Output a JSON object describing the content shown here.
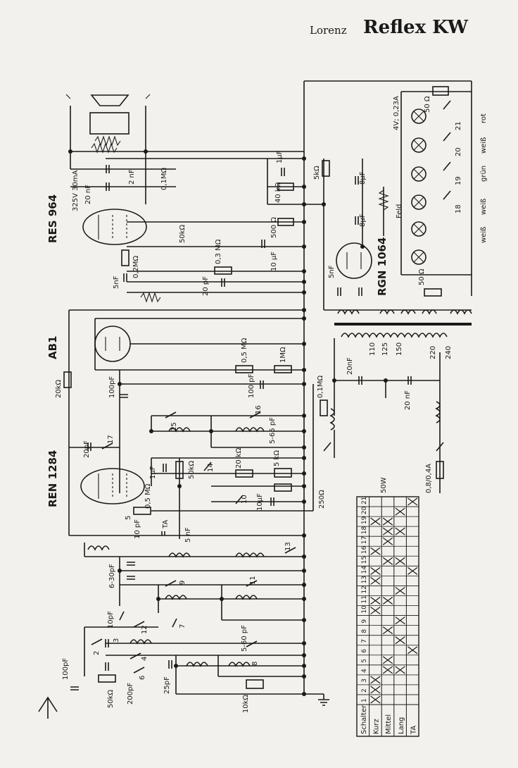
{
  "header": {
    "brand": "Lorenz",
    "model": "Reflex KW"
  },
  "tubes": {
    "power": "RES 964",
    "rectifier": "RGN 1064",
    "demod": "AB1",
    "hf": "REN 1284"
  },
  "labels": {
    "spk_supply": "325V 30mA",
    "c_2nF": "2\nnF",
    "c_20nF_top": "20\nnF",
    "r_01M_top": "0,1MΩ",
    "r_50k_top": "50kΩ",
    "c_1uF_top": "1μF",
    "r_5k": "5kΩ",
    "c_8uF_a": "8μF",
    "c_8uF_b": "8μF",
    "r_40k": "40\nkΩ",
    "r_500": "500\nΩ",
    "feld": "Feld",
    "r_02M": "0,2MΩ",
    "r_03M": "0,3\nMΩ",
    "c_10uF": "10\nμF",
    "c_5nF_a": "5nF",
    "c_20pF_a": "20\npF",
    "c_5nF_b": "5nF",
    "lamp_spec": "4V; 0,23A",
    "r_50_lamp": "50\nΩ",
    "r_50_b": "50\nΩ",
    "sw21": "21",
    "sw20": "20",
    "sw19": "19",
    "sw18": "18",
    "c_rot": "rot",
    "c_weiss": "weiß",
    "c_gruen": "grün",
    "c_weiss2": "weiß",
    "c_weiss3": "weiß",
    "r_20k": "20kΩ",
    "r_05M": "0,5\nMΩ",
    "r_1M": "1MΩ",
    "c_100pF": "100pF",
    "c_100pF_b": "100\npF",
    "r_01M_mid": "0,1MΩ",
    "c_20nF_mid": "20nF",
    "tap_110": "110",
    "tap_125": "125",
    "tap_150": "150",
    "tap_220": "220",
    "tap_240": "240",
    "c_20nF_b": "20\nnF",
    "sw15": "15",
    "sw16": "16",
    "sw17": "17",
    "sw14": "14",
    "sw10": "10",
    "c_565pF": "5-65\npF",
    "c_20pF_b": "20pF",
    "c_1uF_mid": "1μF",
    "r_50k_mid": "50kΩ",
    "r_20k_mid": "20\nkΩ",
    "r_5k_mid": "5\nkΩ",
    "r_250": "250Ω",
    "r_05M_b": "0,5\nMΩ",
    "c_10uF_b": "10μF",
    "sw5": "5",
    "c_10pF": "10\npF",
    "ta": "TA",
    "c_5nF_c": "5\nnF",
    "sw13": "13",
    "power_w": "50W",
    "fuse": "0,8/0,4A",
    "c_630pF": "6-30pF",
    "sw9": "9",
    "sw11": "11",
    "sw7": "7",
    "sw12": "12",
    "sw2": "2",
    "sw3": "3",
    "sw4": "4",
    "sw6": "6",
    "sw8": "8",
    "c_10pF_b": "10pF",
    "c_560pF": "5-60\npF",
    "c_100pF_ant": "100pF",
    "r_50k_ant": "50kΩ",
    "c_200pF": "200pF",
    "c_25pF": "25pF",
    "r_10k": "10kΩ"
  },
  "switch_table": {
    "header": "Schalter",
    "columns": [
      "1",
      "2",
      "3",
      "4",
      "5",
      "6",
      "7",
      "8",
      "9",
      "10",
      "11",
      "12",
      "13",
      "14",
      "15",
      "16",
      "17",
      "18",
      "19",
      "20",
      "21"
    ],
    "rows": [
      {
        "label": "Kurz",
        "marks": [
          1,
          2,
          3,
          10,
          11,
          13,
          14,
          16,
          19
        ]
      },
      {
        "label": "Mittel",
        "marks": [
          4,
          5,
          8,
          11,
          15,
          17,
          18,
          19
        ]
      },
      {
        "label": "Lang",
        "marks": [
          4,
          7,
          9,
          12,
          15,
          18,
          20
        ]
      },
      {
        "label": "TA",
        "marks": [
          6,
          14,
          21
        ]
      }
    ]
  }
}
